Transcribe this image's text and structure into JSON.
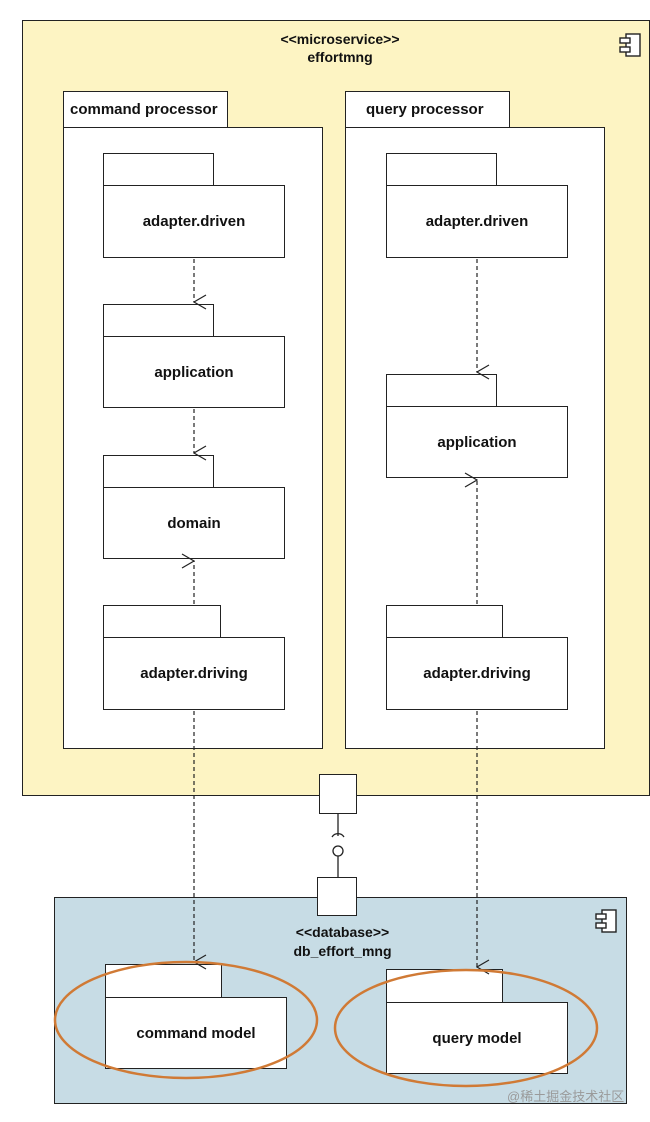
{
  "microservice": {
    "stereotype": "<<microservice>>",
    "name": "effortmng"
  },
  "command_processor": {
    "title": "command processor",
    "packages": [
      "adapter.driven",
      "application",
      "domain",
      "adapter.driving"
    ]
  },
  "query_processor": {
    "title": "query processor",
    "packages": [
      "adapter.driven",
      "application",
      "adapter.driving"
    ]
  },
  "database": {
    "stereotype": "<<database>>",
    "name": "db_effort_mng",
    "packages": [
      "command model",
      "query model"
    ]
  },
  "highlight_color": "#d07a35",
  "watermark": "@稀土掘金技术社区"
}
